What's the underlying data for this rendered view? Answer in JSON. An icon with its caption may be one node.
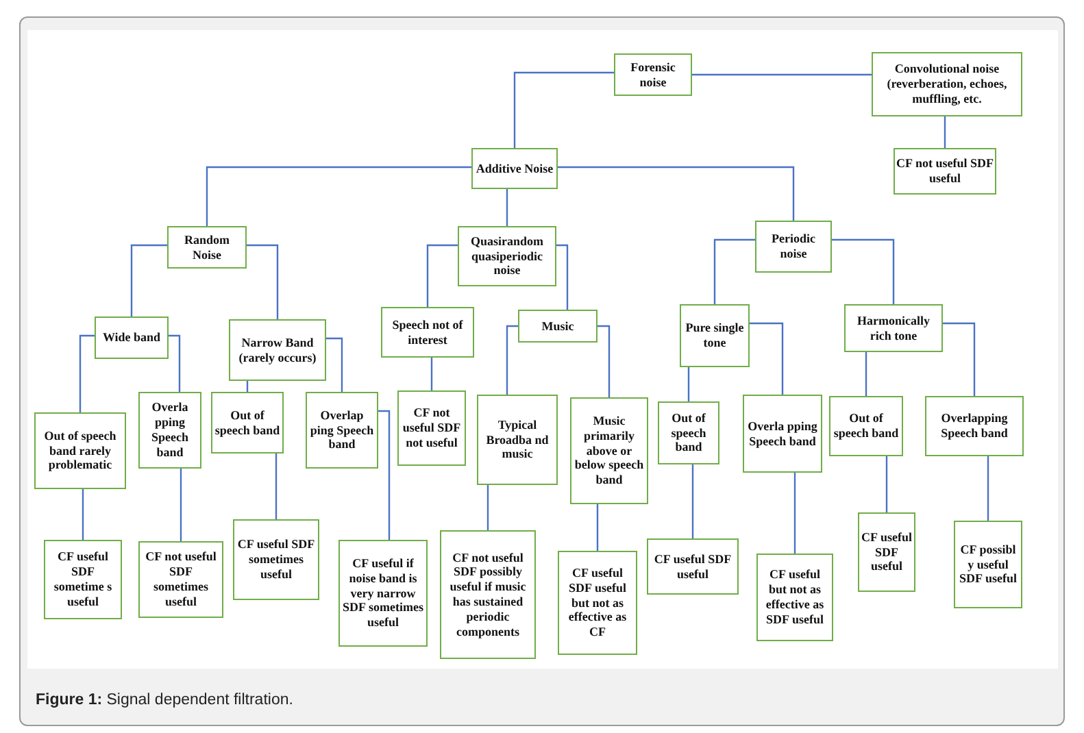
{
  "diagram": {
    "caption": "**Figure 1:** Signal dependent filtration.",
    "nodes": [
      {
        "text": [
          "Forensic noise"
        ]
      },
      {
        "text": [
          "Convolutional noise (reverberation, echoes, muffling, etc."
        ]
      },
      {
        "text": [
          "CF not useful SDF useful"
        ]
      },
      {
        "text": [
          "Additive Noise"
        ]
      },
      {
        "text": [
          "Random Noise"
        ]
      },
      {
        "text": [
          "Quasirandom quasiperiodic noise"
        ]
      },
      {
        "text": [
          "Periodic noise"
        ]
      },
      {
        "text": [
          "Wide band"
        ]
      },
      {
        "text": [
          "Narrow Band (rarely occurs)"
        ]
      },
      {
        "text": [
          "Speech not of interest"
        ]
      },
      {
        "text": [
          "Music"
        ]
      },
      {
        "text": [
          "Pure single tone"
        ]
      },
      {
        "text": [
          "Harmonically rich tone"
        ]
      },
      {
        "text": [
          "Out of speech band rarely problematic"
        ]
      },
      {
        "text": [
          "Overla pping Speech band"
        ]
      },
      {
        "text": [
          "Out of speech band"
        ]
      },
      {
        "text": [
          "Overlap ping Speech band"
        ]
      },
      {
        "text": [
          "CF not useful SDF not useful"
        ]
      },
      {
        "text": [
          "Typical Broadba nd music"
        ]
      },
      {
        "text": [
          "Music primarily above or below speech band"
        ]
      },
      {
        "text": [
          "Out of speech band"
        ]
      },
      {
        "text": [
          "Overla pping Speech band"
        ]
      },
      {
        "text": [
          "Out of speech band"
        ]
      },
      {
        "text": [
          "Overlapping Speech band"
        ]
      },
      {
        "text": [
          "CF useful SDF sometime s useful"
        ]
      },
      {
        "text": [
          "CF not useful SDF sometimes useful"
        ]
      },
      {
        "text": [
          "CF useful SDF sometimes useful"
        ]
      },
      {
        "text": [
          "CF useful if noise band is very narrow SDF sometimes useful"
        ]
      },
      {
        "text": [
          "CF not useful SDF possibly useful if music has sustained periodic components"
        ]
      },
      {
        "text": [
          "CF useful SDF useful but not as effective as CF"
        ]
      },
      {
        "text": [
          "CF useful SDF useful"
        ]
      },
      {
        "text": [
          "CF useful but not as effective as SDF useful"
        ]
      },
      {
        "text": [
          "CF useful SDF useful"
        ]
      },
      {
        "text": [
          "CF possibl y useful SDF useful"
        ]
      }
    ],
    "edges": [
      {
        "from": 0,
        "to": 1,
        "arrow": "none"
      },
      {
        "from": 1,
        "to": 2,
        "arrow": "none"
      },
      {
        "from": 0,
        "to": 3,
        "arrow": "none"
      },
      {
        "from": 3,
        "to": 4,
        "arrow": "none"
      },
      {
        "from": 3,
        "to": 5,
        "arrow": "none"
      },
      {
        "from": 3,
        "to": 6,
        "arrow": "none"
      },
      {
        "from": 4,
        "to": 7,
        "arrow": "none"
      },
      {
        "from": 4,
        "to": 8,
        "arrow": "none"
      },
      {
        "from": 5,
        "to": 9,
        "arrow": "none"
      },
      {
        "from": 5,
        "to": 10,
        "arrow": "none"
      },
      {
        "from": 6,
        "to": 11,
        "arrow": "none"
      },
      {
        "from": 6,
        "to": 12,
        "arrow": "none"
      },
      {
        "from": 7,
        "to": 13,
        "arrow": "none"
      },
      {
        "from": 7,
        "to": 14,
        "arrow": "none"
      },
      {
        "from": 8,
        "to": 15,
        "arrow": "none"
      },
      {
        "from": 8,
        "to": 16,
        "arrow": "none"
      },
      {
        "from": 9,
        "to": 17,
        "arrow": "none"
      },
      {
        "from": 10,
        "to": 18,
        "arrow": "none"
      },
      {
        "from": 10,
        "to": 19,
        "arrow": "none"
      },
      {
        "from": 11,
        "to": 20,
        "arrow": "none"
      },
      {
        "from": 11,
        "to": 21,
        "arrow": "none"
      },
      {
        "from": 12,
        "to": 22,
        "arrow": "none"
      },
      {
        "from": 12,
        "to": 23,
        "arrow": "none"
      },
      {
        "from": 13,
        "to": 24,
        "arrow": "none"
      },
      {
        "from": 14,
        "to": 25,
        "arrow": "none"
      },
      {
        "from": 15,
        "to": 26,
        "arrow": "none"
      },
      {
        "from": 16,
        "to": 27,
        "arrow": "none"
      },
      {
        "from": 18,
        "to": 28,
        "arrow": "none"
      },
      {
        "from": 19,
        "to": 29,
        "arrow": "none"
      },
      {
        "from": 20,
        "to": 30,
        "arrow": "none"
      },
      {
        "from": 21,
        "to": 31,
        "arrow": "none"
      },
      {
        "from": 22,
        "to": 32,
        "arrow": "none"
      },
      {
        "from": 23,
        "to": 33,
        "arrow": "none"
      }
    ]
  }
}
